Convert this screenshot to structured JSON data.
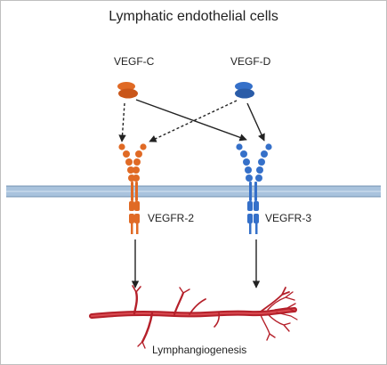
{
  "title": "Lymphatic endothelial cells",
  "ligands": [
    {
      "label": "VEGF-C",
      "color": "#e06a25"
    },
    {
      "label": "VEGF-D",
      "color": "#3570c9"
    }
  ],
  "receptors": [
    {
      "label": "VEGFR-2",
      "color": "#e06a25"
    },
    {
      "label": "VEGFR-3",
      "color": "#3570c9"
    }
  ],
  "outcome": {
    "label": "Lymphangiogenesis",
    "vessel_color": "#b5202a"
  },
  "membrane_color": "#a9c3dd"
}
